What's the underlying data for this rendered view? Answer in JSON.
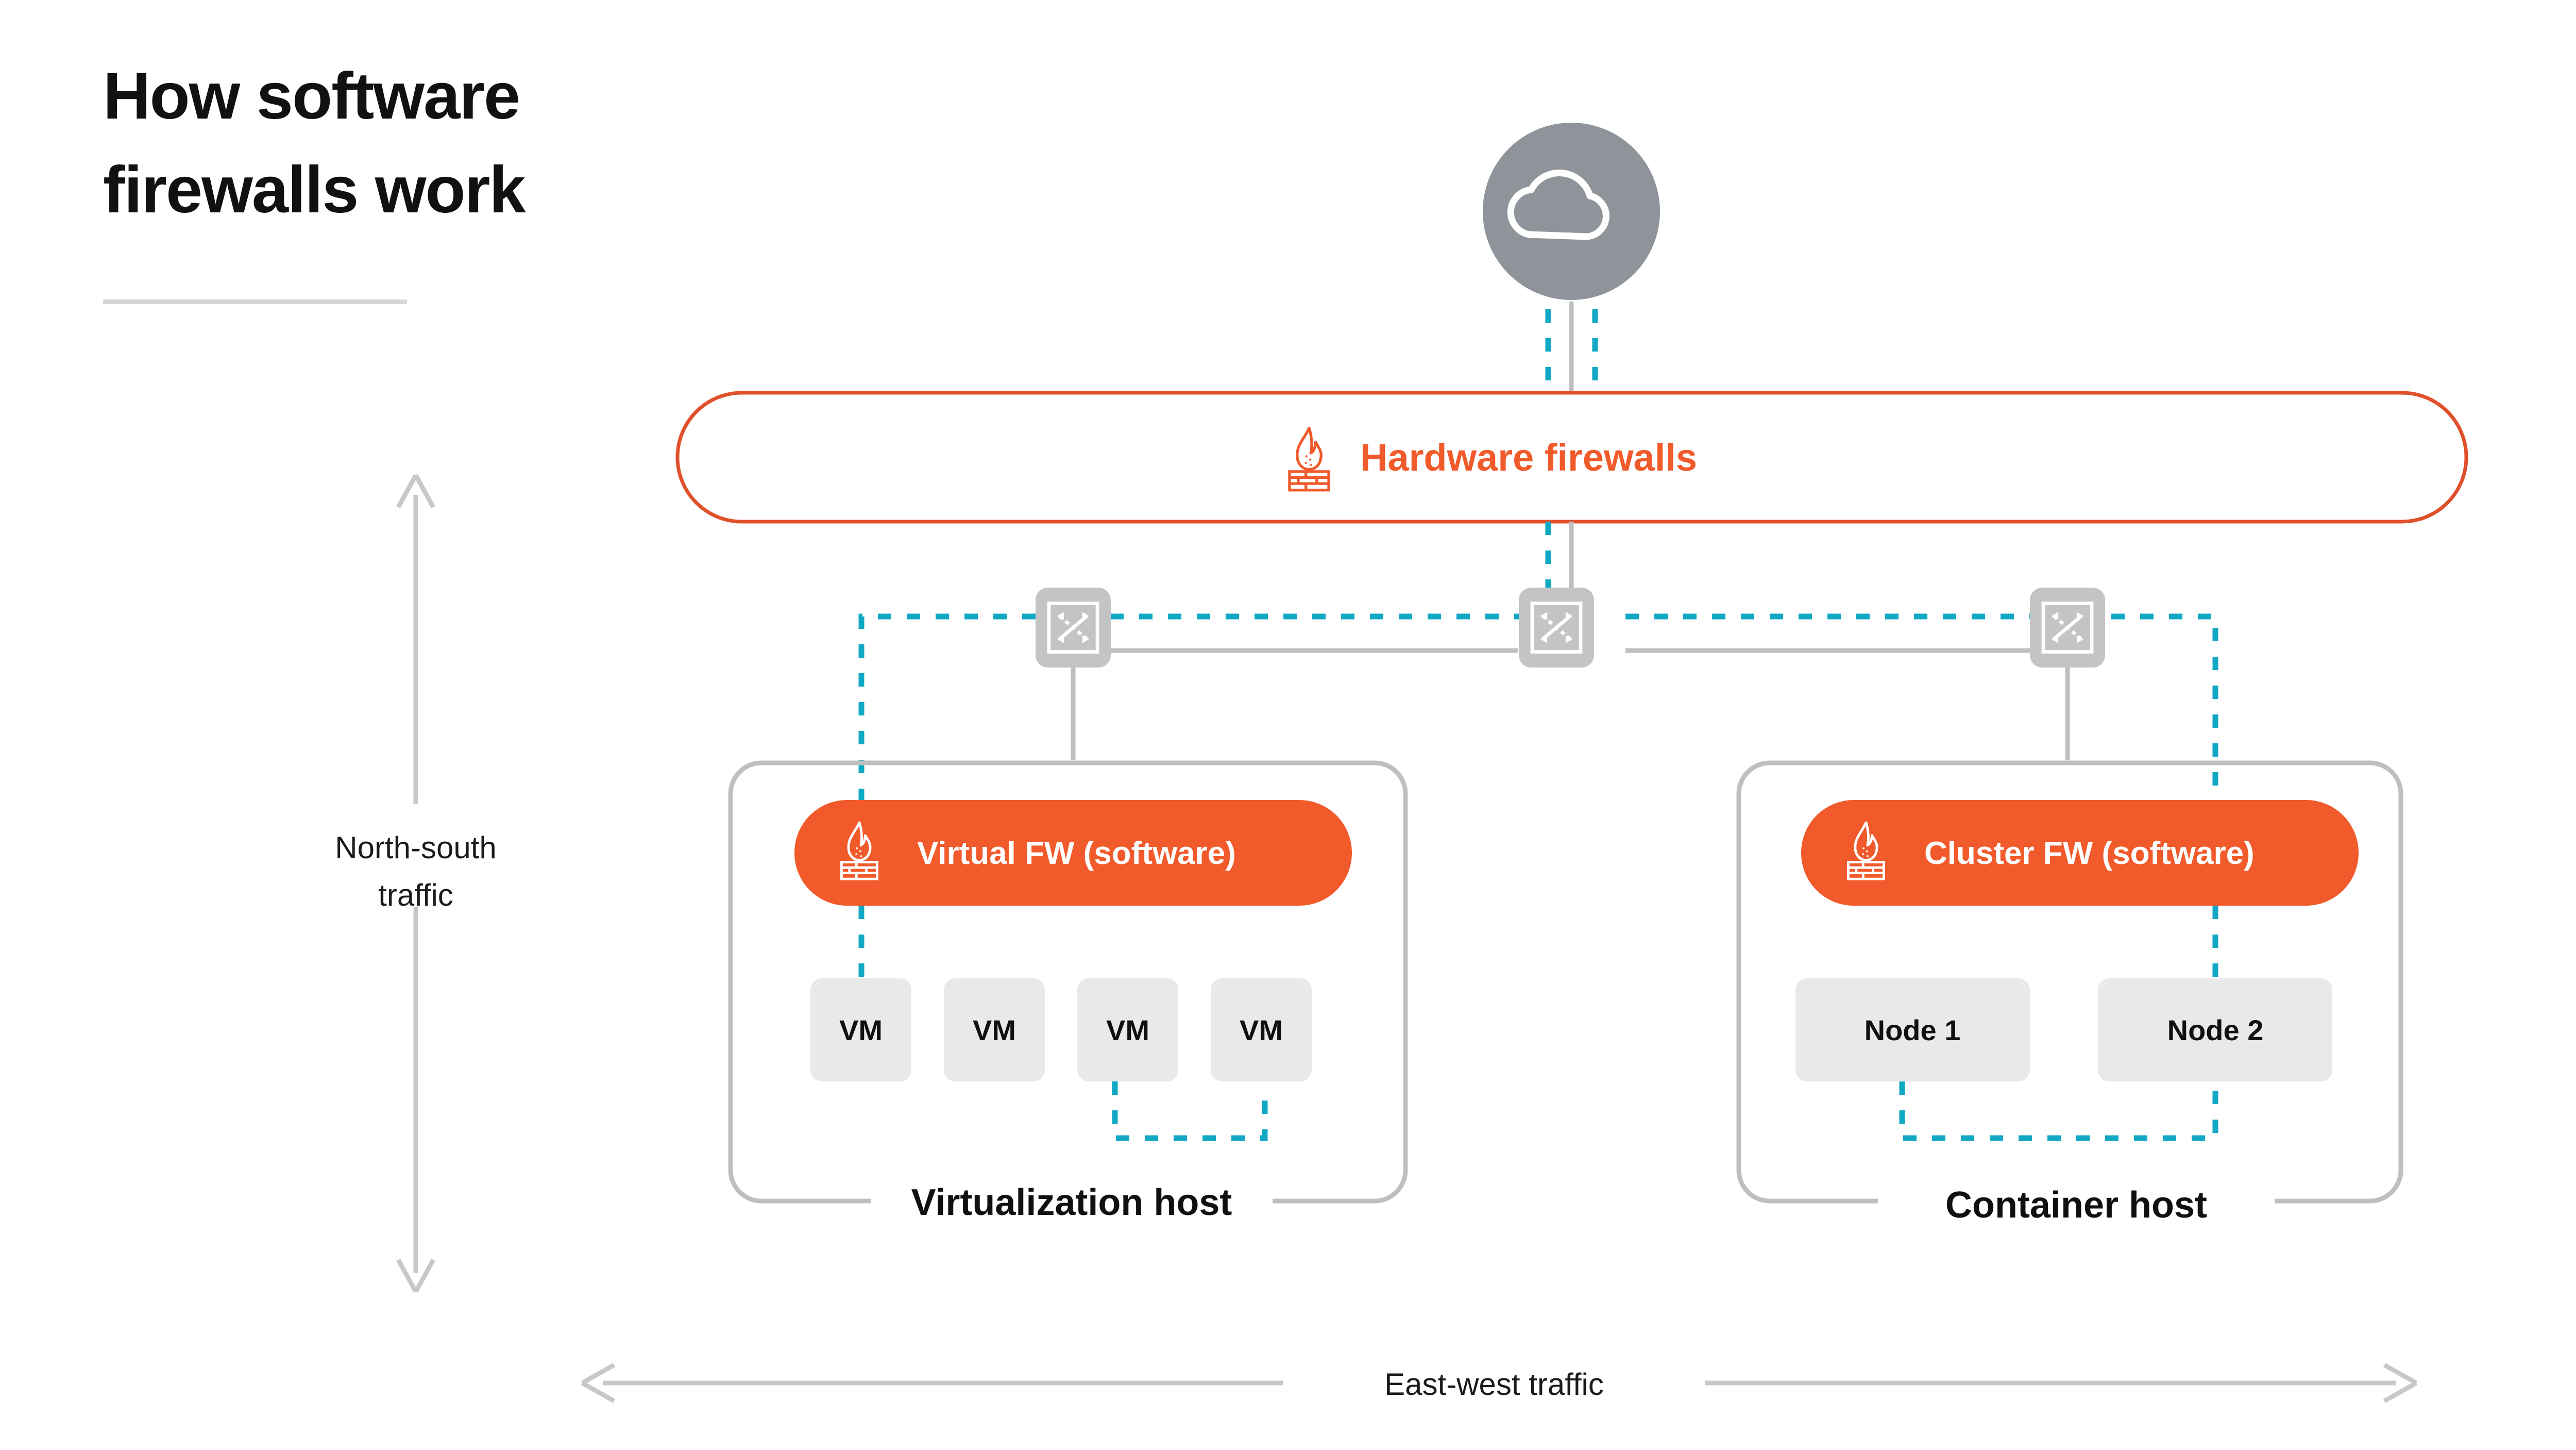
{
  "page": {
    "title_line1": "How software",
    "title_line2": "firewalls work",
    "background": "#ffffff"
  },
  "colors": {
    "orange": "#F15A2B",
    "orange_border": "#E0502A",
    "teal": "#11A8C4",
    "gray_line": "#BFBFBF",
    "gray_node": "#C4C4C4",
    "box_fill": "#E9E9E9",
    "rule": "#D6D6D6",
    "cloud_gray": "#8E949A",
    "text_dark": "#101010"
  },
  "cloud": {
    "icon": "cloud-icon",
    "label": ""
  },
  "hardware_firewall": {
    "label": "Hardware firewalls",
    "icon": "firewall-flame-brick-icon",
    "style": "outlined-pill"
  },
  "switches": [
    {
      "name": "switch-left",
      "icon": "network-switch-icon"
    },
    {
      "name": "switch-center",
      "icon": "network-switch-icon"
    },
    {
      "name": "switch-right",
      "icon": "network-switch-icon"
    }
  ],
  "hosts": [
    {
      "id": "virtualization-host",
      "label": "Virtualization host",
      "firewall": {
        "label": "Virtual FW (software)",
        "icon": "firewall-flame-brick-icon",
        "style": "filled-pill"
      },
      "nodes": [
        {
          "label": "VM"
        },
        {
          "label": "VM"
        },
        {
          "label": "VM"
        },
        {
          "label": "VM"
        }
      ]
    },
    {
      "id": "container-host",
      "label": "Container host",
      "firewall": {
        "label": "Cluster FW (software)",
        "icon": "firewall-flame-brick-icon",
        "style": "filled-pill"
      },
      "nodes": [
        {
          "label": "Node 1"
        },
        {
          "label": "Node 2"
        }
      ]
    }
  ],
  "axes": {
    "vertical": {
      "label_line1": "North-south",
      "label_line2": "traffic",
      "arrow": "double-headed-vertical-arrow"
    },
    "horizontal": {
      "label": "East-west traffic",
      "arrow": "double-headed-horizontal-arrow"
    }
  }
}
